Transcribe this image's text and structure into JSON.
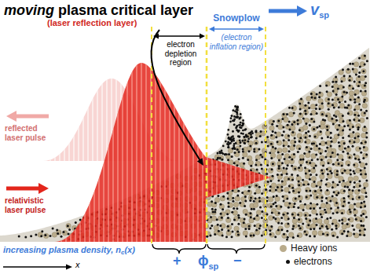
{
  "diagram": {
    "labels": [
      "moving",
      "plasma critical layer",
      "(laser reflection layer)",
      "v",
      "sp",
      "electron depletion region",
      "Snowplow",
      "(electron inflation region)",
      "reflected laser pulse",
      "relativistic laser pulse",
      "+",
      "ϕ",
      "sp",
      "−",
      "increasing plasma density, n",
      "c",
      "(x)",
      "x"
    ],
    "legend": [
      {
        "text": "Heavy ions",
        "color": "#b9ab8b"
      },
      {
        "text": "electrons",
        "color": "#111111"
      }
    ]
  }
}
